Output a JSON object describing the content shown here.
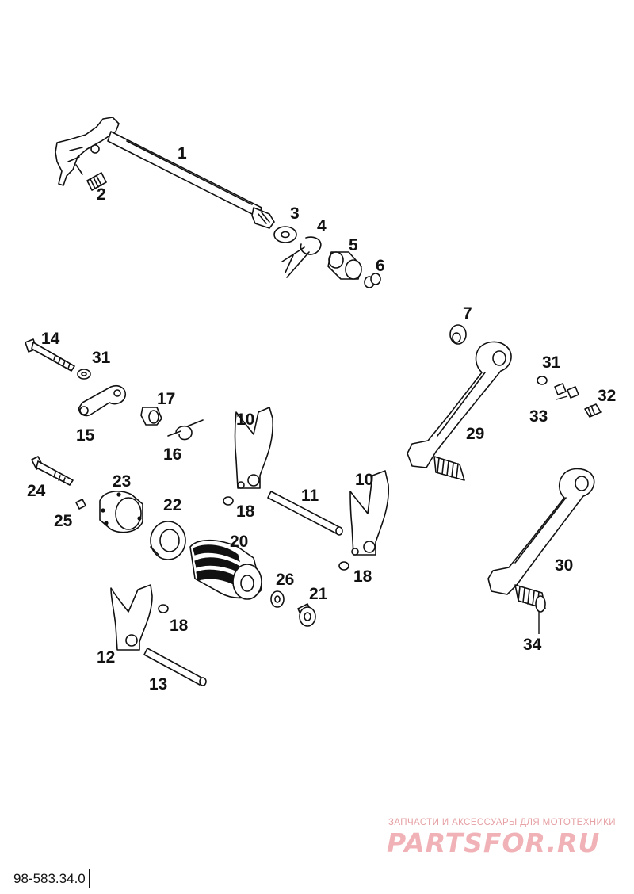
{
  "diagram": {
    "callouts": {
      "c1": "1",
      "c2": "2",
      "c3": "3",
      "c4": "4",
      "c5": "5",
      "c6": "6",
      "c7": "7",
      "c10a": "10",
      "c10b": "10",
      "c11": "11",
      "c12": "12",
      "c13": "13",
      "c14": "14",
      "c15": "15",
      "c16": "16",
      "c17": "17",
      "c18a": "18",
      "c18b": "18",
      "c18c": "18",
      "c20": "20",
      "c21": "21",
      "c22": "22",
      "c23": "23",
      "c24": "24",
      "c25": "25",
      "c26": "26",
      "c29": "29",
      "c30": "30",
      "c31a": "31",
      "c31b": "31",
      "c32": "32",
      "c33": "33",
      "c34": "34"
    }
  },
  "watermark": {
    "tagline": "ЗАПЧАСТИ И АКСЕССУАРЫ ДЛЯ МОТОТЕХНИКИ",
    "logo": "PARTSFOR.RU"
  },
  "drawing_number": "98-583.34.0",
  "colors": {
    "line": "#111111",
    "watermark": "#f0b2b6",
    "background": "#ffffff"
  }
}
